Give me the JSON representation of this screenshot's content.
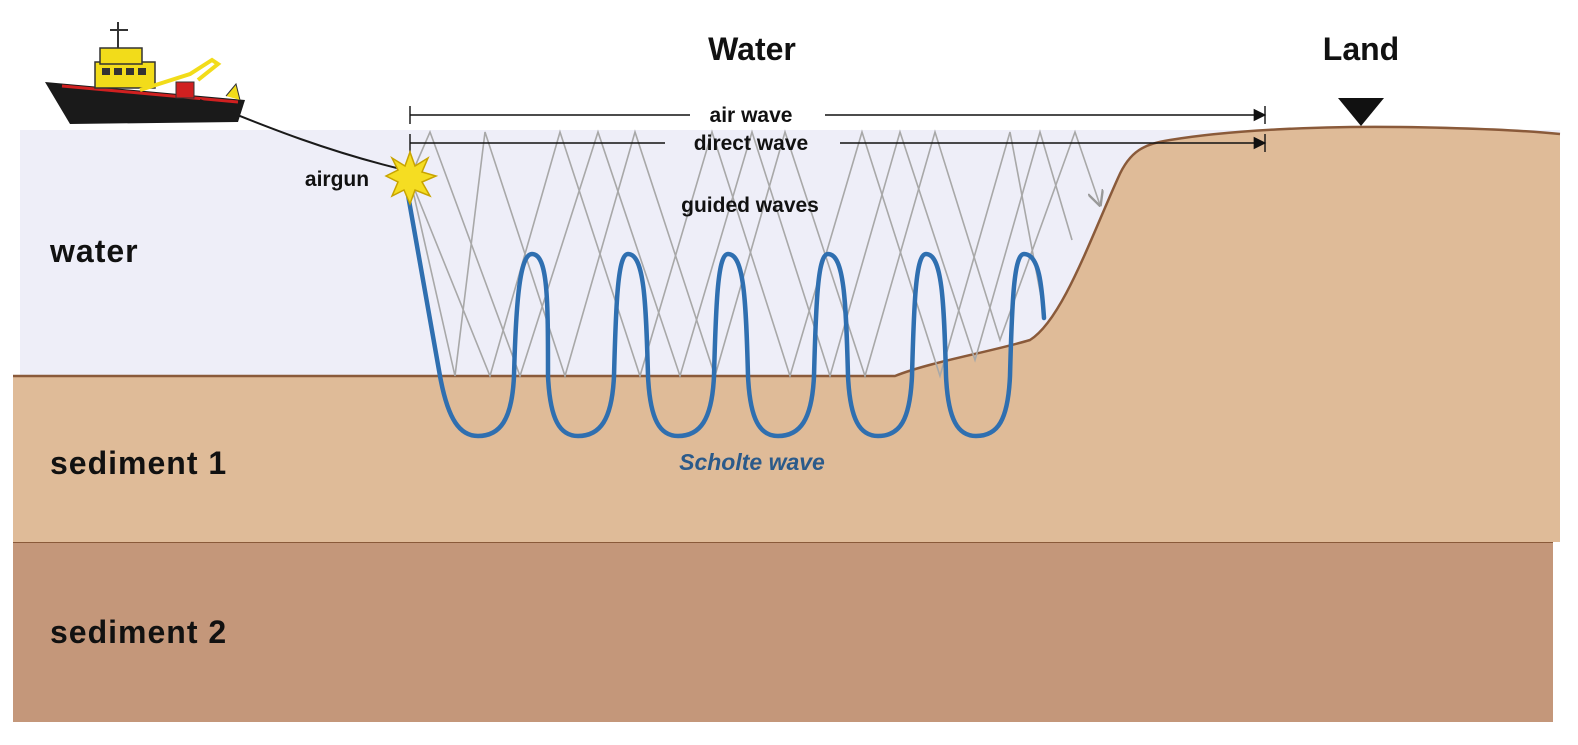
{
  "headings": {
    "water": "Water",
    "land": "Land"
  },
  "layers": {
    "water": "water",
    "sediment1": "sediment 1",
    "sediment2": "sediment 2"
  },
  "labels": {
    "airgun": "airgun",
    "air_wave": "air wave",
    "direct_wave": "direct wave",
    "guided_waves": "guided waves",
    "scholte_wave": "Scholte wave"
  },
  "colors": {
    "water": "#eeeef8",
    "sediment1": "#dfbb98",
    "sediment2": "#c4977a",
    "land": "#dfbb98",
    "boundary": "#8a5a3a",
    "scholte": "#2f6fb0",
    "scholte_label": "#2b5a8a",
    "guided_ray": "#a8a8a8",
    "ship_hull": "#1a1a1a",
    "ship_cabin": "#f2dc1a",
    "airgun_flash": "#f5dd22"
  },
  "icons": {
    "ship": "survey-ship-icon",
    "airgun": "airgun-flash-icon",
    "receiver": "receiver-triangle-icon"
  }
}
